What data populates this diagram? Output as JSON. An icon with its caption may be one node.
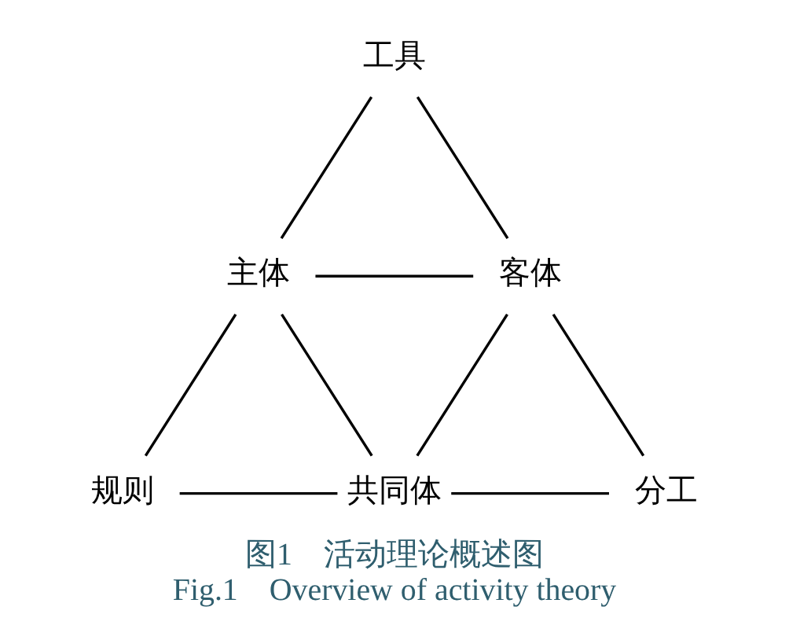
{
  "diagram": {
    "caption": "图1　活动理论概述图 Fig.1　Overview of activity theory",
    "nodes": [
      {
        "text": [
          "工具"
        ]
      },
      {
        "text": [
          "主体"
        ]
      },
      {
        "text": [
          "客体"
        ]
      },
      {
        "text": [
          "规则"
        ]
      },
      {
        "text": [
          "共同体"
        ]
      },
      {
        "text": [
          "分工"
        ]
      }
    ],
    "edges": [
      {
        "from": 0,
        "to": 1,
        "arrow": "none"
      },
      {
        "from": 0,
        "to": 2,
        "arrow": "none"
      },
      {
        "from": 1,
        "to": 2,
        "arrow": "none"
      },
      {
        "from": 1,
        "to": 3,
        "arrow": "none"
      },
      {
        "from": 1,
        "to": 4,
        "arrow": "none"
      },
      {
        "from": 2,
        "to": 4,
        "arrow": "none"
      },
      {
        "from": 2,
        "to": 5,
        "arrow": "none"
      },
      {
        "from": 3,
        "to": 4,
        "arrow": "none"
      },
      {
        "from": 4,
        "to": 5,
        "arrow": "none"
      }
    ]
  }
}
